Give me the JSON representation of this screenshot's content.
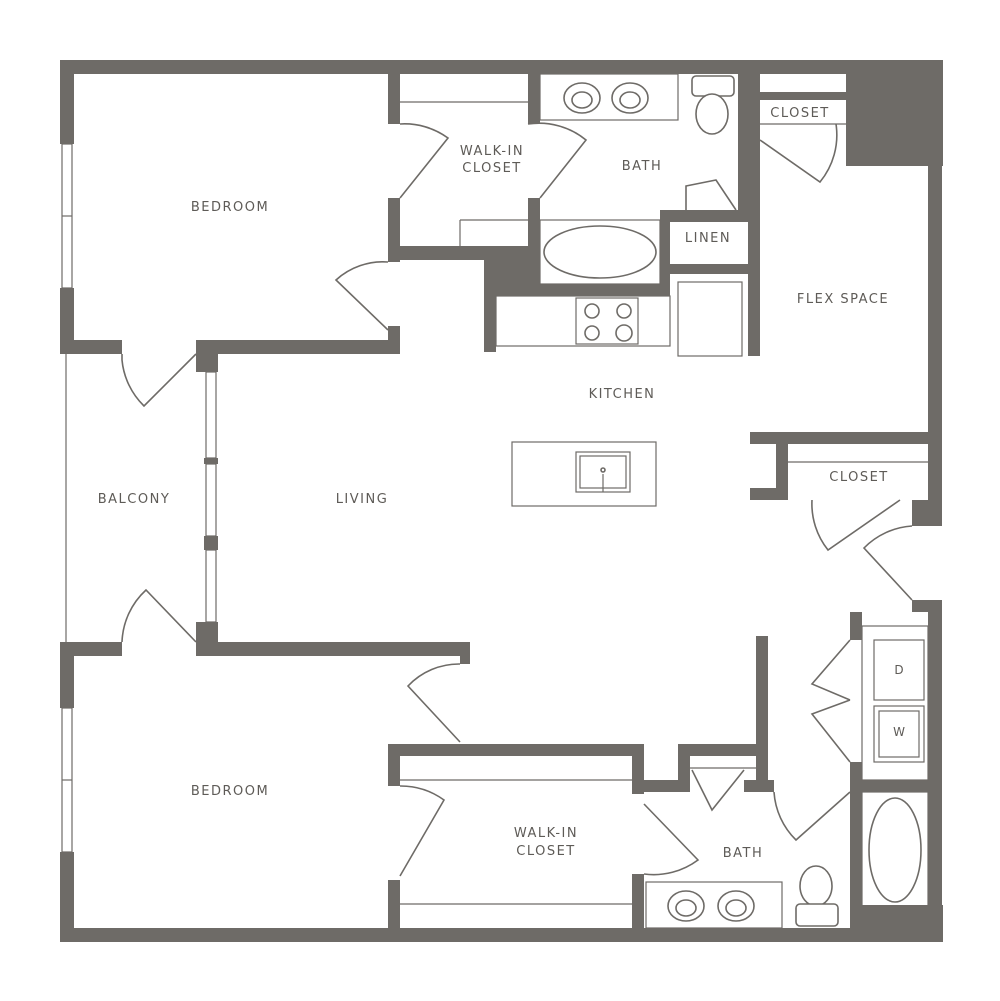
{
  "rooms": {
    "bedroom_top": "BEDROOM",
    "walkin_top": [
      "WALK-IN",
      "CLOSET"
    ],
    "bath_top": "BATH",
    "closet_top": "CLOSET",
    "linen": "LINEN",
    "flex": "FLEX SPACE",
    "kitchen": "KITCHEN",
    "closet_mid": "CLOSET",
    "balcony": "BALCONY",
    "living": "LIVING",
    "bedroom_bottom": "BEDROOM",
    "walkin_bottom": [
      "WALK-IN",
      "CLOSET"
    ],
    "bath_bottom": "BATH"
  },
  "appliances": {
    "dryer": "D",
    "washer": "W"
  },
  "colors": {
    "wall": "#6e6b67",
    "label": "#5e5b57",
    "background": "#ffffff"
  }
}
